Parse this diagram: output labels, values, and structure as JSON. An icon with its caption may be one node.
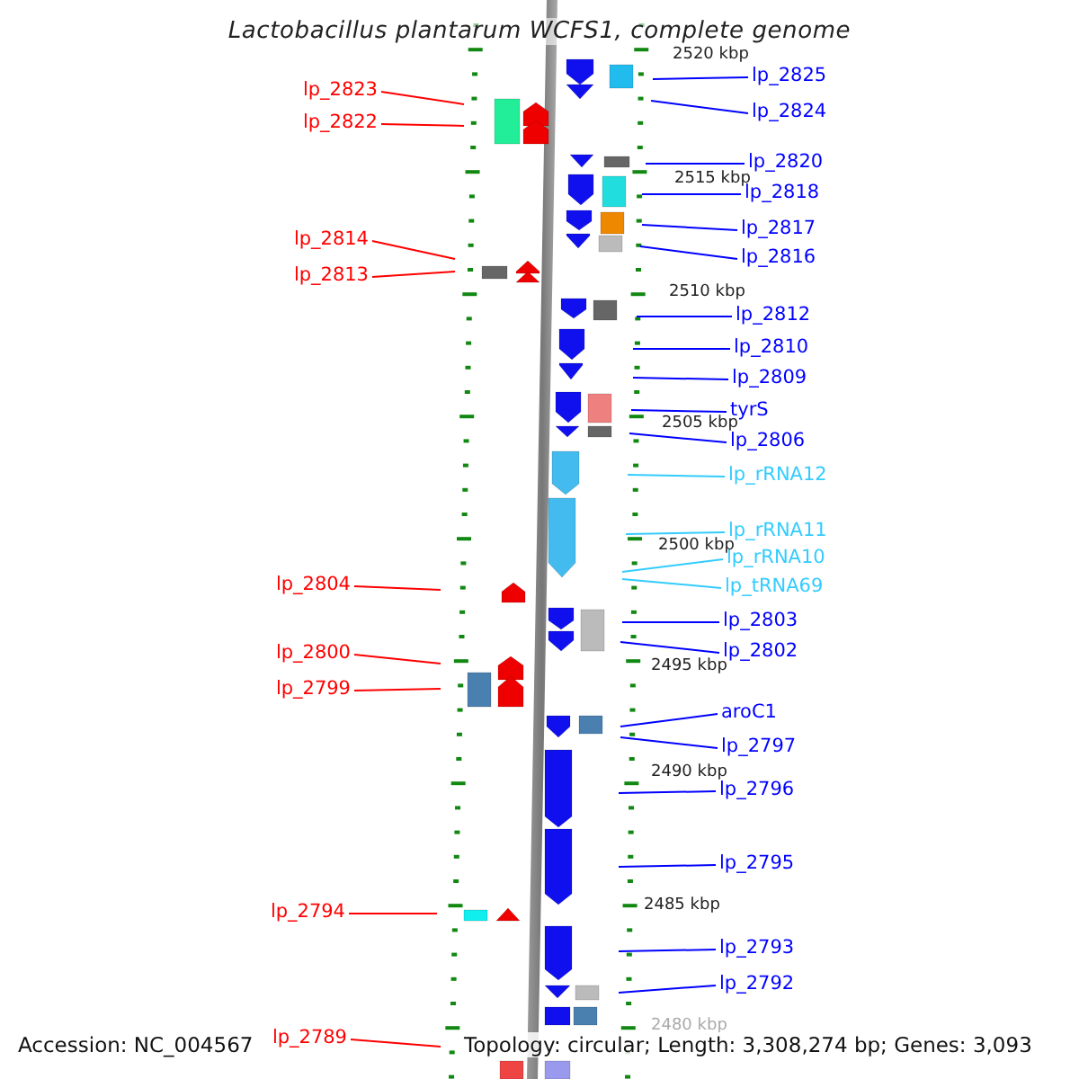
{
  "diagram": {
    "title": "Lactobacillus plantarum WCFS1, complete genome",
    "nodes": [
      {
        "text": [
          "lp_2825"
        ]
      },
      {
        "text": [
          "lp_2823"
        ]
      },
      {
        "text": [
          "lp_2824"
        ]
      },
      {
        "text": [
          "lp_2822"
        ]
      },
      {
        "text": [
          "lp_2820"
        ]
      },
      {
        "text": [
          "lp_2818"
        ]
      },
      {
        "text": [
          "lp_2817"
        ]
      },
      {
        "text": [
          "lp_2814"
        ]
      },
      {
        "text": [
          "lp_2816"
        ]
      },
      {
        "text": [
          "lp_2813"
        ]
      },
      {
        "text": [
          "lp_2812"
        ]
      },
      {
        "text": [
          "lp_2810"
        ]
      },
      {
        "text": [
          "lp_2809"
        ]
      },
      {
        "text": [
          "tyrS"
        ]
      },
      {
        "text": [
          "lp_2806"
        ]
      },
      {
        "text": [
          "lp_rRNA12"
        ]
      },
      {
        "text": [
          "lp_rRNA11"
        ]
      },
      {
        "text": [
          "lp_rRNA10"
        ]
      },
      {
        "text": [
          "lp_2804"
        ]
      },
      {
        "text": [
          "lp_tRNA69"
        ]
      },
      {
        "text": [
          "lp_2803"
        ]
      },
      {
        "text": [
          "lp_2802"
        ]
      },
      {
        "text": [
          "lp_2800"
        ]
      },
      {
        "text": [
          "lp_2799"
        ]
      },
      {
        "text": [
          "aroC1"
        ]
      },
      {
        "text": [
          "lp_2797"
        ]
      },
      {
        "text": [
          "lp_2796"
        ]
      },
      {
        "text": [
          "lp_2795"
        ]
      },
      {
        "text": [
          "lp_2794"
        ]
      },
      {
        "text": [
          "lp_2793"
        ]
      },
      {
        "text": [
          "lp_2792"
        ]
      },
      {
        "text": [
          "lp_2789"
        ]
      }
    ],
    "edges": [
      {
        "from": 0,
        "to": null,
        "arrow": "none"
      },
      {
        "from": 1,
        "to": null,
        "arrow": "none",
        "color": "#ff0000"
      },
      {
        "from": 2,
        "to": null,
        "arrow": "none"
      },
      {
        "from": 3,
        "to": null,
        "arrow": "none",
        "color": "#ff0000"
      },
      {
        "from": 4,
        "to": null,
        "arrow": "none"
      },
      {
        "from": 5,
        "to": null,
        "arrow": "none"
      },
      {
        "from": 6,
        "to": null,
        "arrow": "none"
      },
      {
        "from": 7,
        "to": null,
        "arrow": "none",
        "color": "#ff0000"
      },
      {
        "from": 8,
        "to": null,
        "arrow": "none"
      },
      {
        "from": 9,
        "to": null,
        "arrow": "none",
        "color": "#ff0000"
      },
      {
        "from": 10,
        "to": null,
        "arrow": "none"
      },
      {
        "from": 11,
        "to": null,
        "arrow": "none"
      },
      {
        "from": 12,
        "to": null,
        "arrow": "none"
      },
      {
        "from": 13,
        "to": null,
        "arrow": "none"
      },
      {
        "from": 14,
        "to": null,
        "arrow": "none"
      },
      {
        "from": 15,
        "to": null,
        "arrow": "none",
        "color": "#33ccff"
      },
      {
        "from": 16,
        "to": null,
        "arrow": "none",
        "color": "#33ccff"
      },
      {
        "from": 17,
        "to": null,
        "arrow": "none",
        "color": "#33ccff"
      },
      {
        "from": 18,
        "to": null,
        "arrow": "none",
        "color": "#ff0000"
      },
      {
        "from": 19,
        "to": null,
        "arrow": "none",
        "color": "#33ccff"
      },
      {
        "from": 20,
        "to": null,
        "arrow": "none"
      },
      {
        "from": 21,
        "to": null,
        "arrow": "none"
      },
      {
        "from": 22,
        "to": null,
        "arrow": "none",
        "color": "#ff0000"
      },
      {
        "from": 23,
        "to": null,
        "arrow": "none",
        "color": "#ff0000"
      },
      {
        "from": 24,
        "to": null,
        "arrow": "none"
      },
      {
        "from": 25,
        "to": null,
        "arrow": "none"
      },
      {
        "from": 26,
        "to": null,
        "arrow": "none"
      },
      {
        "from": 27,
        "to": null,
        "arrow": "none"
      },
      {
        "from": 28,
        "to": null,
        "arrow": "none",
        "color": "#ff0000"
      },
      {
        "from": 29,
        "to": null,
        "arrow": "none"
      },
      {
        "from": 30,
        "to": null,
        "arrow": "none"
      },
      {
        "from": 31,
        "to": null,
        "arrow": "none",
        "color": "#ff0000"
      }
    ],
    "labels": [
      "2520 kbp",
      "2515 kbp",
      "2510 kbp",
      "2505 kbp",
      "2500 kbp",
      "2495 kbp",
      "2490 kbp",
      "2485 kbp",
      "2480 kbp",
      "Accession: NC_004567",
      "Topology: circular; Length: 3,308,274 bp; Genes: 3,093"
    ]
  }
}
